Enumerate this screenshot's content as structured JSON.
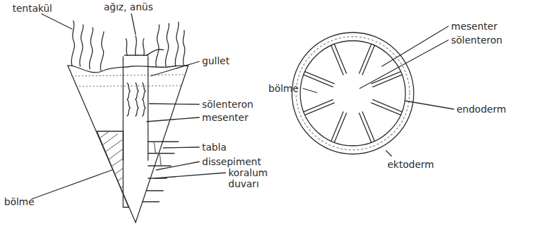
{
  "diagram": {
    "labels": [
      "tentakül",
      "ağız, anüs",
      "gullet",
      "sölenteron",
      "mesenter",
      "tabla",
      "bölme",
      "dissepiment",
      "koralum duvarı",
      "mesenter",
      "sölenteron",
      "bölme",
      "endoderm",
      "ektoderm"
    ]
  }
}
